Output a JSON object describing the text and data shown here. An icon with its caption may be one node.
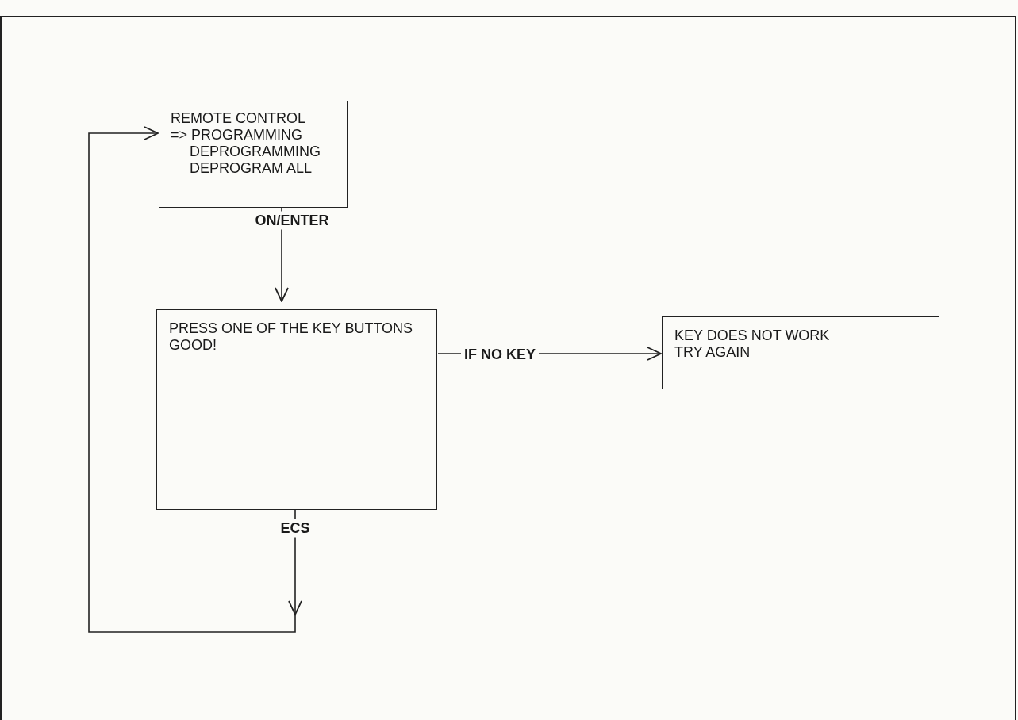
{
  "diagram": {
    "nodes": [
      {
        "text": [
          "REMOTE CONTROL",
          "=> PROGRAMMING",
          "DEPROGRAMMING",
          "DEPROGRAM ALL"
        ]
      },
      {
        "text": [
          "PRESS ONE OF THE KEY BUTTONS",
          "GOOD!"
        ]
      },
      {
        "text": [
          "KEY DOES NOT WORK",
          "TRY AGAIN"
        ]
      }
    ],
    "edges": [
      {
        "from": 0,
        "to": 1,
        "arrow": "to",
        "label": "ON/ENTER"
      },
      {
        "from": 1,
        "to": 2,
        "arrow": "to",
        "label": "IF NO KEY"
      },
      {
        "from": 1,
        "to": 0,
        "arrow": "to",
        "label": "ECS"
      }
    ]
  }
}
